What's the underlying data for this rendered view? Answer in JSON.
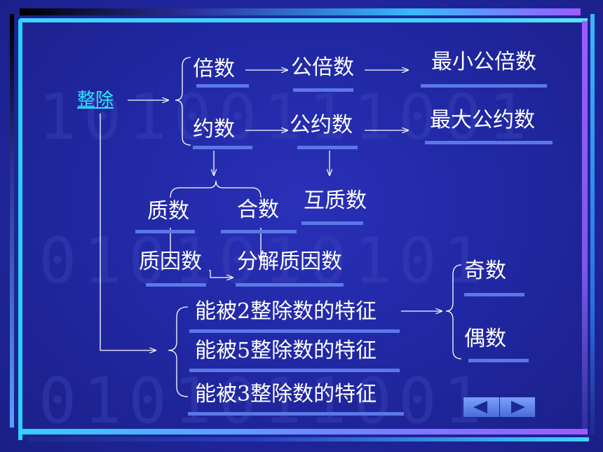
{
  "nodes": {
    "zhengchu": "整除",
    "beishu": "倍数",
    "gongbeishu": "公倍数",
    "zuixiao": "最小公倍数",
    "yueshu": "约数",
    "gongyueshu": "公约数",
    "zuida": "最大公约数",
    "zhishu": "质数",
    "heshu": "合数",
    "huzhishu": "互质数",
    "zhiyinshu": "质因数",
    "fenjie": "分解质因数",
    "feature2": "能被2整除数的特征",
    "feature5": "能被5整除数的特征",
    "feature3": "能被3整除数的特征",
    "jishu": "奇数",
    "oushu": "偶数"
  },
  "background_digits": [
    "10100111001",
    "0101010101",
    "0101011001"
  ],
  "icons": {
    "prev": "left-triangle-icon",
    "next": "right-triangle-icon"
  },
  "colors": {
    "link": "#2ee6ff",
    "underline": "#5a78e6",
    "text": "#ffffff"
  }
}
